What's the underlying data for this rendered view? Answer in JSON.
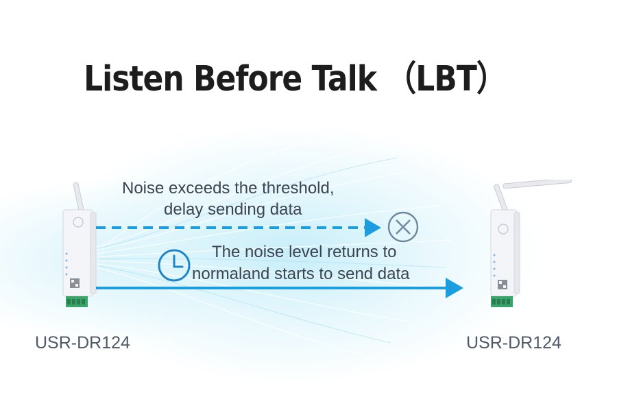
{
  "title": "Listen Before Talk （LBT）",
  "noise_text": {
    "line1": "Noise exceeds the threshold,",
    "line2": "delay sending data"
  },
  "normal_text": {
    "line1": "The noise level returns to",
    "line2": "normaland starts to send data"
  },
  "left_device": {
    "label": "USR-DR124"
  },
  "right_device": {
    "label": "USR-DR124"
  },
  "colors": {
    "accent": "#2aa3e6",
    "arrow": "#1c9de0",
    "icon": "#1e86c8"
  },
  "icons": {
    "blocked": "close-circle-icon",
    "wait": "clock-icon"
  }
}
